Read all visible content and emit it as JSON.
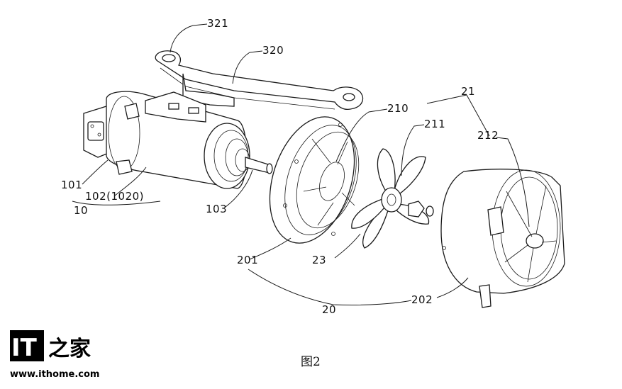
{
  "labels": {
    "l321": "321",
    "l320": "320",
    "l21": "21",
    "l210": "210",
    "l211": "211",
    "l212": "212",
    "l101": "101",
    "l102": "102(1020)",
    "l10": "10",
    "l103": "103",
    "l201": "201",
    "l23": "23",
    "l202": "202",
    "l20": "20"
  },
  "caption": "图2",
  "watermark": {
    "brand_it": "IT",
    "brand_cn": "之家",
    "url": "www.ithome.com"
  }
}
